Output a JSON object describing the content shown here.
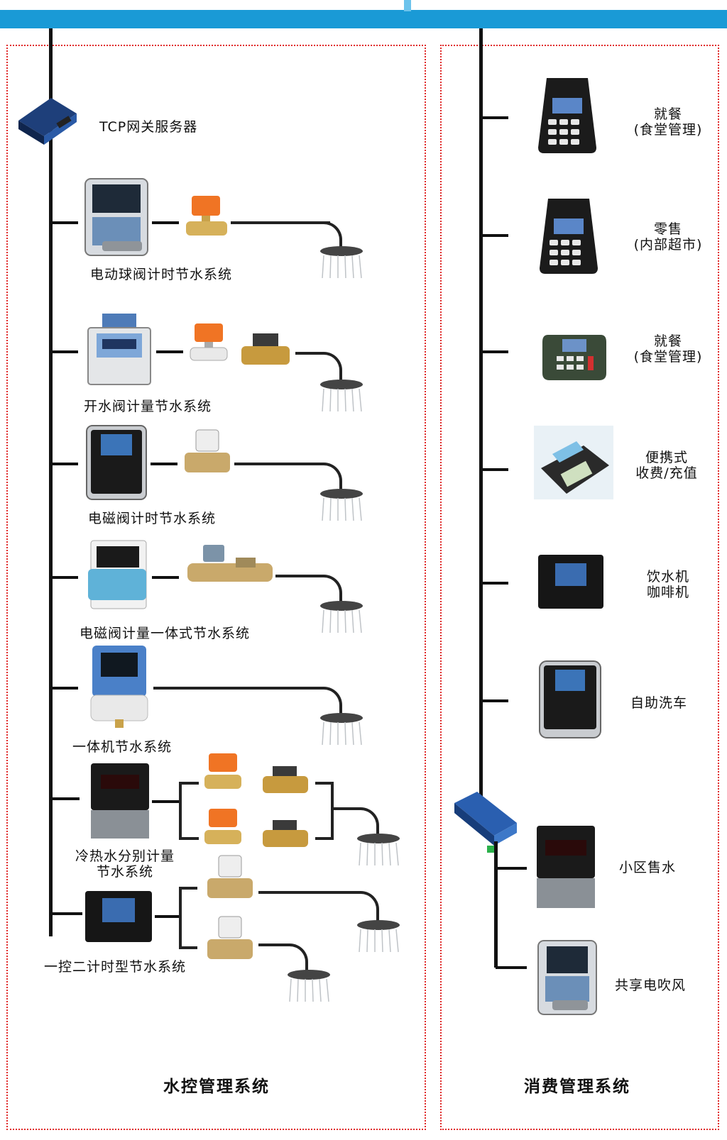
{
  "colors": {
    "bus": "#1a9ad6",
    "panel_border": "#e02a2a",
    "line": "#111111"
  },
  "water_panel": {
    "title": "水控管理系统",
    "gateway_label": "TCP网关服务器",
    "rows": [
      {
        "label": "电动球阀计时节水系统"
      },
      {
        "label": "开水阀计量节水系统"
      },
      {
        "label": "电磁阀计时节水系统"
      },
      {
        "label": "电磁阀计量一体式节水系统"
      },
      {
        "label": "一体机节水系统"
      },
      {
        "label_line1": "冷热水分别计量",
        "label_line2": "节水系统"
      },
      {
        "label": "一控二计时型节水系统"
      }
    ]
  },
  "consume_panel": {
    "title": "消费管理系统",
    "items": [
      {
        "line1": "就餐",
        "line2": "(食堂管理)"
      },
      {
        "line1": "零售",
        "line2": "(内部超市)"
      },
      {
        "line1": "就餐",
        "line2": "(食堂管理)"
      },
      {
        "line1": "便携式",
        "line2": "收费/充值"
      },
      {
        "line1": "饮水机",
        "line2": "咖啡机"
      },
      {
        "line1": "自助洗车"
      },
      {
        "line1": "小区售水"
      },
      {
        "line1": "共享电吹风"
      }
    ]
  },
  "icons": [
    "gateway-icon",
    "card-reader-icon",
    "ball-valve-icon",
    "solenoid-valve-icon",
    "flow-meter-icon",
    "shower-head-icon",
    "pos-terminal-icon",
    "display-terminal-icon"
  ]
}
